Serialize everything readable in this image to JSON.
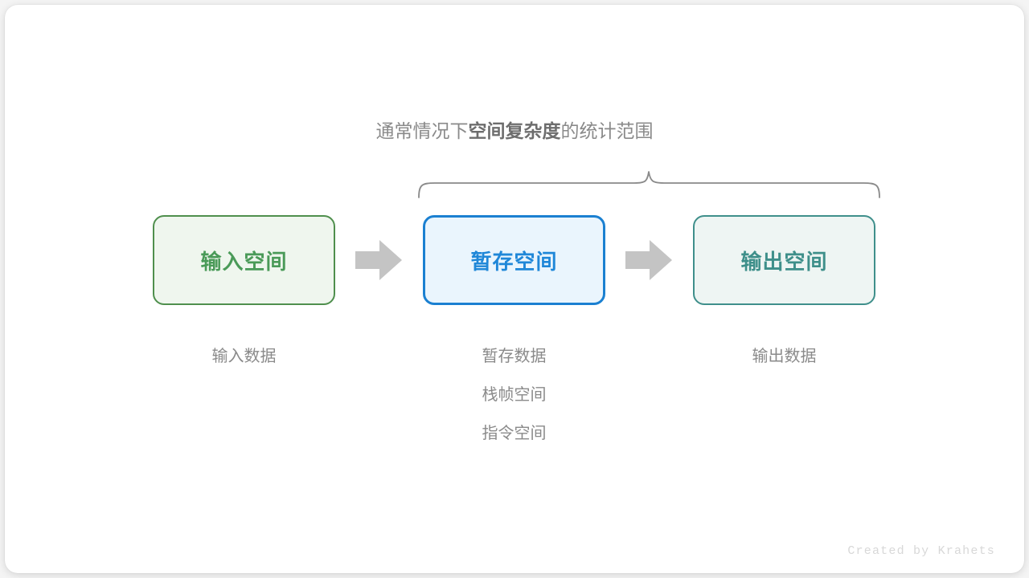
{
  "scope_caption": {
    "prefix": "通常情况下",
    "emphasis": "空间复杂度",
    "suffix": "的统计范围"
  },
  "nodes": [
    {
      "id": "input-space",
      "label": "输入空间",
      "border_color": "#4f8f4d",
      "fill_color": "#eff6ee",
      "text_color": "#4a9a58"
    },
    {
      "id": "buffer-space",
      "label": "暂存空间",
      "border_color": "#1b80d1",
      "fill_color": "#eaf5fd",
      "text_color": "#1f87d8"
    },
    {
      "id": "output-space",
      "label": "输出空间",
      "border_color": "#3f8f8b",
      "fill_color": "#eef5f3",
      "text_color": "#3e8f8a"
    }
  ],
  "arrows": [
    {
      "id": "arrow-input-to-buffer",
      "icon": "right-arrow-icon",
      "color": "#c4c4c4"
    },
    {
      "id": "arrow-buffer-to-output",
      "icon": "right-arrow-icon",
      "color": "#c4c4c4"
    }
  ],
  "captions": {
    "input": [
      "输入数据"
    ],
    "buffer": [
      "暂存数据",
      "栈帧空间",
      "指令空间"
    ],
    "output": [
      "输出数据"
    ]
  },
  "brace": {
    "icon": "curly-brace-up-icon",
    "color": "#8a8a8a",
    "covers": [
      "buffer-space",
      "output-space"
    ]
  },
  "watermark": "Created by Krahets",
  "colors": {
    "page_background": "#f4f4f4",
    "card_background": "#ffffff",
    "muted_text": "#8a8a8a",
    "emphasis_text": "#6d6d6d",
    "watermark_text": "#d8d8d8"
  }
}
